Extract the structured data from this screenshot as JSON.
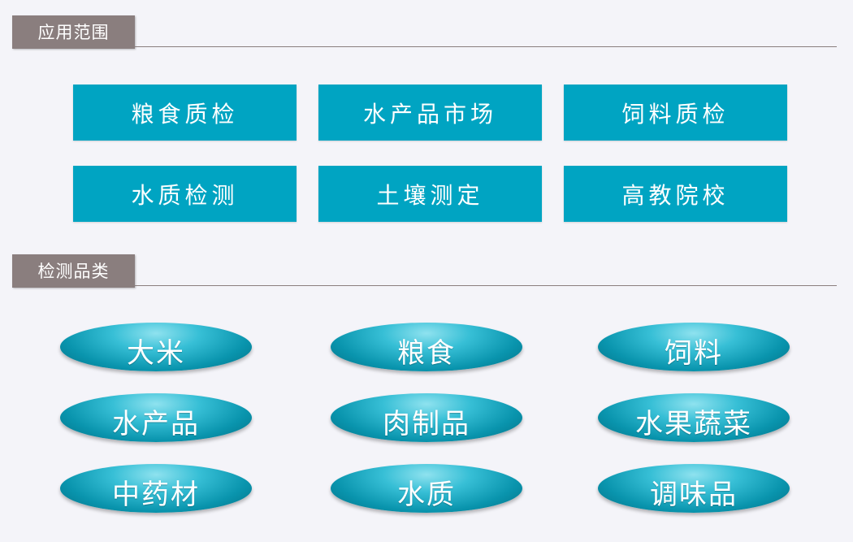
{
  "sections": {
    "applications": {
      "title": "应用范围",
      "items": [
        "粮食质检",
        "水产品市场",
        "饲料质检",
        "水质检测",
        "土壤测定",
        "高教院校"
      ]
    },
    "categories": {
      "title": "检测品类",
      "items": [
        "大米",
        "粮食",
        "饲料",
        "水产品",
        "肉制品",
        "水果蔬菜",
        "中药材",
        "水质",
        "调味品"
      ]
    }
  },
  "colors": {
    "tab": "#8a7e7e",
    "box": "#00a4c2",
    "ellipse": "#0994ad",
    "background": "#f4f4f9"
  }
}
